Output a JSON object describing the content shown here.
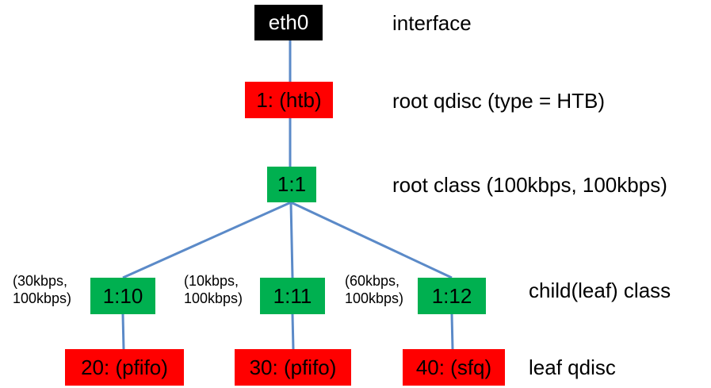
{
  "colors": {
    "interface_bg": "#000000",
    "interface_text": "#ffffff",
    "qdisc": "#ff0000",
    "class": "#00b050",
    "edge": "#5b8ac8"
  },
  "nodes": {
    "eth0": "eth0",
    "root_qdisc": "1: (htb)",
    "root_class": "1:1",
    "child_10": "1:10",
    "child_11": "1:11",
    "child_12": "1:12",
    "leaf_20": "20: (pfifo)",
    "leaf_30": "30: (pfifo)",
    "leaf_40": "40: (sfq)"
  },
  "rates": {
    "child_10": [
      "(30kbps,",
      "100kbps)"
    ],
    "child_11": [
      "(10kbps,",
      "100kbps)"
    ],
    "child_12": [
      "(60kbps,",
      "100kbps)"
    ]
  },
  "labels": {
    "interface": "interface",
    "root_qdisc": "root qdisc (type = HTB)",
    "root_class": "root class (100kbps, 100kbps)",
    "child_class": "child(leaf) class",
    "leaf_qdisc": "leaf qdisc"
  }
}
